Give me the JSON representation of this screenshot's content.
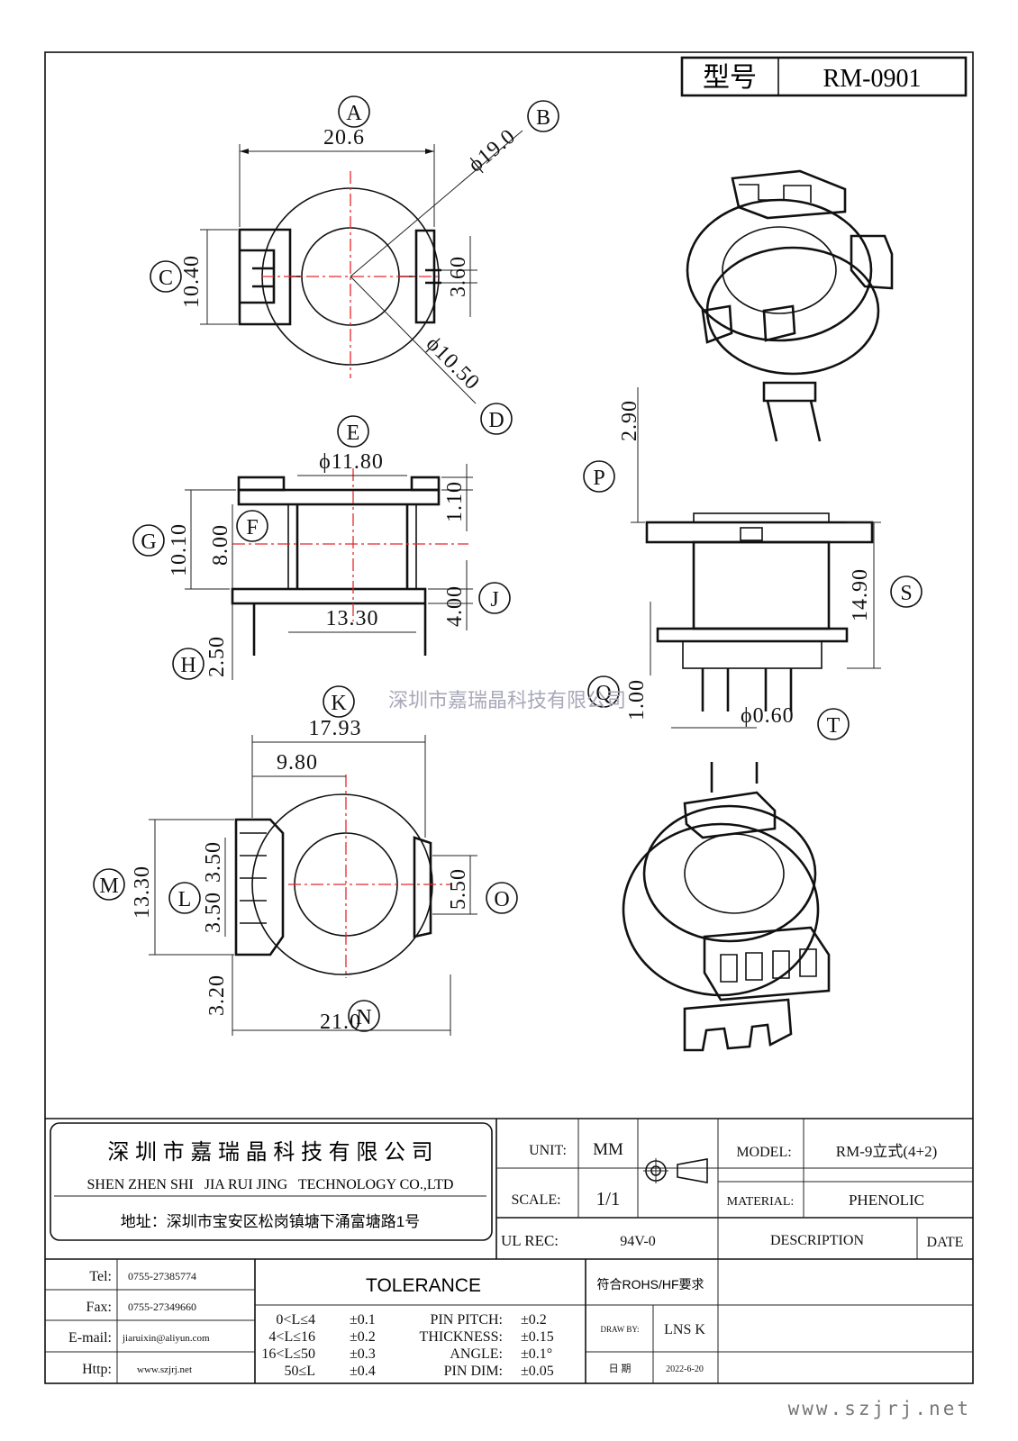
{
  "title_block_top": {
    "model_label": "型号",
    "model_value": "RM-0901"
  },
  "views": {
    "top": {
      "labels": {
        "a": "A",
        "b": "B",
        "c": "C",
        "d": "D"
      },
      "dims": {
        "width": "20.6",
        "outer_dia": "ϕ19.0",
        "height": "10.40",
        "slot": "3.60",
        "inner_dia": "ϕ10.50"
      }
    },
    "front": {
      "labels": {
        "e": "E",
        "f": "F",
        "g": "G",
        "h": "H",
        "j": "J"
      },
      "dims": {
        "core": "ϕ11.80",
        "flange": "1.10",
        "total": "10.10",
        "winding": "8.00",
        "base": "4.00",
        "span": "13.30",
        "pin": "2.50"
      }
    },
    "side": {
      "labels": {
        "p": "P",
        "q": "Q",
        "s": "S",
        "t": "T"
      },
      "dims": {
        "top": "2.90",
        "height": "14.90",
        "base": "1.00",
        "pin_dia": "ϕ0.60"
      }
    },
    "bottom": {
      "labels": {
        "k": "K",
        "l": "L",
        "m": "M",
        "n": "N",
        "o": "O"
      },
      "dims": {
        "overall": "17.93",
        "offset": "9.80",
        "height": "13.30",
        "pitch_a": "3.50",
        "pitch_b": "3.50",
        "slot": "5.50",
        "edge": "3.20",
        "width": "21.0"
      }
    }
  },
  "watermark": "深圳市嘉瑞晶科技有限公司",
  "company": {
    "name_cn": "深 圳 市 嘉 瑞 晶 科 技 有 限 公 司",
    "name_en": "SHEN ZHEN SHI   JIA RUI JING   TECHNOLOGY CO.,LTD",
    "address": "地址：深圳市宝安区松岗镇塘下涌富塘路1号"
  },
  "spec": {
    "unit_label": "UNIT:",
    "unit_value": "MM",
    "scale_label": "SCALE:",
    "scale_value": "1/1",
    "ul_label": "UL REC:",
    "ul_value": "94V-0",
    "model_label": "MODEL:",
    "model_value": "RM-9立式(4+2)",
    "material_label": "MATERIAL:",
    "material_value": "PHENOLIC",
    "description_label": "DESCRIPTION",
    "date_label": "DATE"
  },
  "contact": [
    {
      "label": "Tel:",
      "value": "0755-27385774"
    },
    {
      "label": "Fax:",
      "value": "0755-27349660"
    },
    {
      "label": "E-mail:",
      "value": "jiaruixin@aliyun.com"
    },
    {
      "label": "Http:",
      "value": "www.szjrj.net"
    }
  ],
  "tolerance": {
    "title": "TOLERANCE",
    "ranges": [
      {
        "range": "0<L≤4",
        "tol": "±0.1"
      },
      {
        "range": "4<L≤16",
        "tol": "±0.2"
      },
      {
        "range": "16<L≤50",
        "tol": "±0.3"
      },
      {
        "range": "50≤L",
        "tol": "±0.4"
      }
    ],
    "items": [
      {
        "name": "PIN PITCH:",
        "tol": "±0.2"
      },
      {
        "name": "THICKNESS:",
        "tol": "±0.15"
      },
      {
        "name": "ANGLE:",
        "tol": "±0.1°"
      },
      {
        "name": "PIN DIM:",
        "tol": "±0.05"
      }
    ]
  },
  "compliance": "符合ROHS/HF要求",
  "draw_by_label": "DRAW BY:",
  "draw_by_value": "LNS K",
  "date_label": "日 期",
  "date_value": "2022-6-20",
  "site": "www.szjrj.net"
}
